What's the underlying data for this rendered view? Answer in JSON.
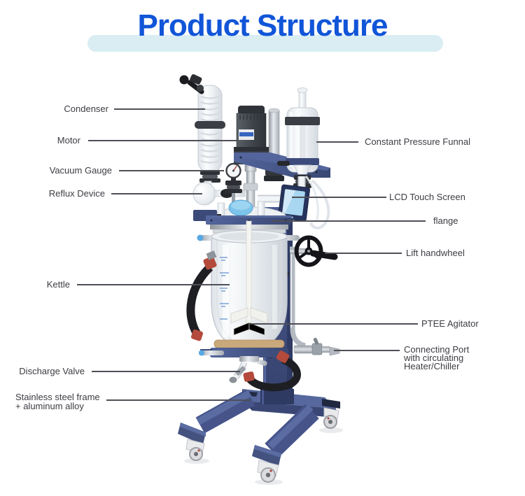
{
  "title": {
    "text": "Product Structure",
    "color": "#1155d8",
    "band_color": "#d9edf3"
  },
  "labels": {
    "left": [
      {
        "id": "condenser",
        "text": "Condenser"
      },
      {
        "id": "motor",
        "text": "Motor"
      },
      {
        "id": "vacuum_gauge",
        "text": "Vacuum Gauge"
      },
      {
        "id": "reflux_device",
        "text": "Reflux Device"
      },
      {
        "id": "kettle",
        "text": "Kettle"
      },
      {
        "id": "discharge_valve",
        "text": "Discharge Valve"
      },
      {
        "id": "frame",
        "lines": [
          "Stainless steel frame",
          "+ aluminum alloy"
        ]
      }
    ],
    "right": [
      {
        "id": "constant_pressure_funnal",
        "text": "Constant Pressure Funnal"
      },
      {
        "id": "lcd_touch_screen",
        "text": "LCD Touch Screen"
      },
      {
        "id": "flange",
        "text": "flange"
      },
      {
        "id": "lift_handwheel",
        "text": "Lift handwheel"
      },
      {
        "id": "ptee_agitator",
        "text": "PTEE Agitator"
      },
      {
        "id": "connecting_port",
        "lines": [
          "Connecting Port",
          "with circulating",
          "Heater/Chiller"
        ]
      }
    ]
  },
  "illustration": {
    "subject": "jacketed glass reactor on lifting stand",
    "parts": [
      "condenser",
      "motor",
      "vacuum-gauge",
      "reflux-device",
      "constant-pressure-funnal",
      "lcd-touch-screen",
      "flange",
      "lift-handwheel",
      "kettle",
      "ptee-agitator",
      "connecting-port",
      "discharge-valve",
      "stainless-steel-frame-base"
    ],
    "colors": {
      "frame_navy": "#3e4c7e",
      "frame_navy_light": "#5a6ca2",
      "frame_navy_dark": "#2f3b64",
      "glass": "#eef1f4",
      "glass_edge": "#c6ccd2",
      "steel": "#b3b9c0",
      "motor_gray": "#44484e",
      "hose_black": "#1e1f23",
      "clamp_red": "#b34a3c",
      "cap_blue": "#57a8e4",
      "lcd_screen_blue": "#a9d6f0",
      "wood_ring": "#c9a97c",
      "leader_line": "#4f4f57",
      "label_text": "#3c3c43"
    }
  }
}
